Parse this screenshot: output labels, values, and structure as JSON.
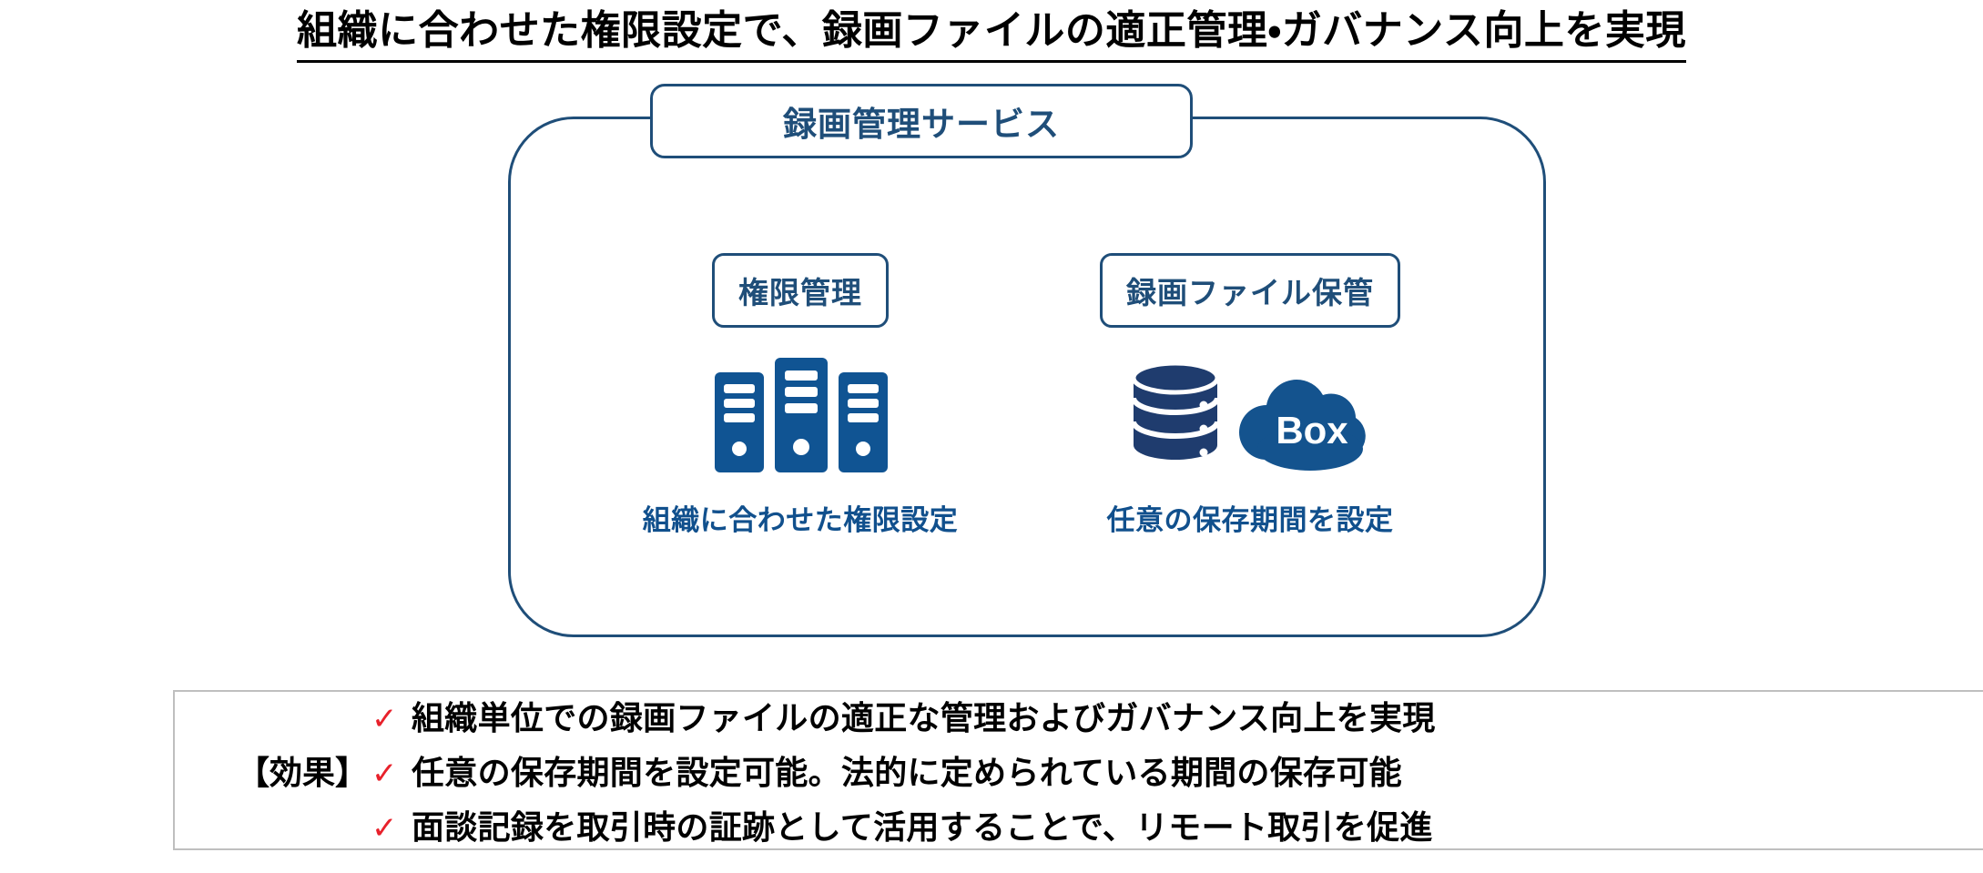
{
  "page": {
    "title": "組織に合わせた権限設定で、録画ファイルの適正管理・ガバナンス向上を実現"
  },
  "colors": {
    "outline_blue": "#1F4E79",
    "label_blue": "#11508D",
    "server_blue": "#105493",
    "database_navy": "#1F3C6E",
    "cloud_blue": "#14538E",
    "check_red": "#E8212B",
    "panel_border": "#BFBFBF"
  },
  "diagram": {
    "service_box": {
      "label": "録画管理サービス"
    },
    "pillars": [
      {
        "box_label": "権限管理",
        "icon": "server-rack-icon",
        "caption": "組織に合わせた権限設定"
      },
      {
        "box_label": "録画ファイル保管",
        "icon": "database-cloud-icon",
        "cloud_label": "Box",
        "caption": "任意の保存期間を設定"
      }
    ]
  },
  "effects": {
    "label": "【効果】",
    "check_glyph": "✓",
    "items": [
      "組織単位での録画ファイルの適正な管理およびガバナンス向上を実現",
      "任意の保存期間を設定可能。法的に定められている期間の保存可能",
      "面談記録を取引時の証跡として活用することで、リモート取引を促進"
    ]
  }
}
